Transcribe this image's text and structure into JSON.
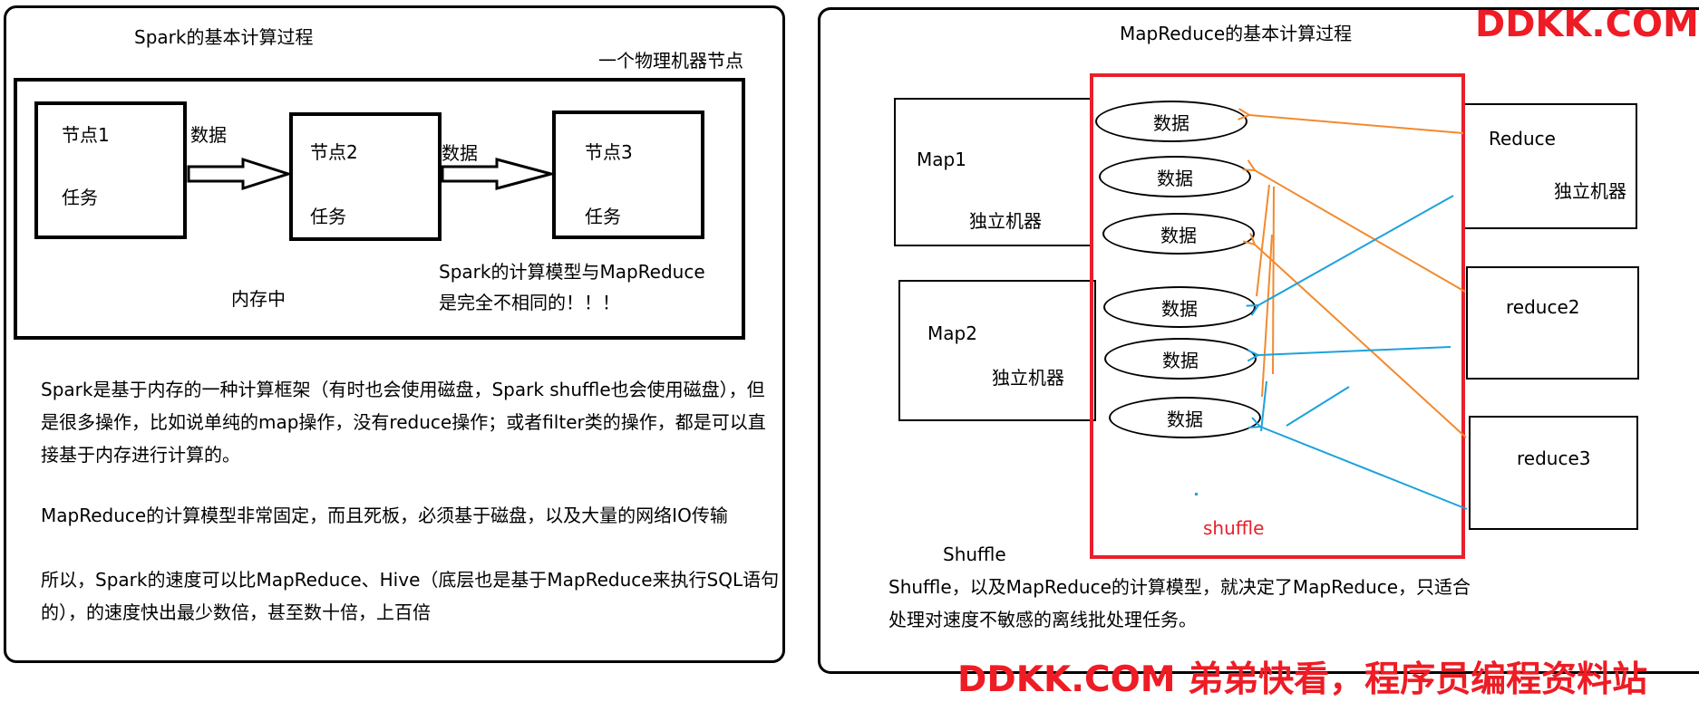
{
  "left_panel": {
    "title": "Spark的基本计算过程",
    "machine_label": "一个物理机器节点",
    "nodes": [
      {
        "name": "节点1",
        "task": "任务"
      },
      {
        "name": "节点2",
        "task": "任务"
      },
      {
        "name": "节点3",
        "task": "任务"
      }
    ],
    "arrow_labels": [
      "数据",
      "数据"
    ],
    "memory_label": "内存中",
    "note_line1": "Spark的计算模型与MapReduce",
    "note_line2": "是完全不相同的！！！",
    "paragraphs": [
      [
        "Spark是基于内存的一种计算框架（有时也会使用磁盘，Spark shuffle也会使用磁盘），但",
        "是很多操作，比如说单纯的map操作，没有reduce操作；或者filter类的操作，都是可以直",
        "接基于内存进行计算的。"
      ],
      [
        "MapReduce的计算模型非常固定，而且死板，必须基于磁盘，以及大量的网络IO传输"
      ],
      [
        "所以，Spark的速度可以比MapReduce、Hive（底层也是基于MapReduce来执行SQL语句",
        "的），的速度快出最少数倍，甚至数十倍，上百倍"
      ]
    ]
  },
  "right_panel": {
    "title": "MapReduce的基本计算过程",
    "maps": [
      {
        "name": "Map1",
        "machine": "独立机器"
      },
      {
        "name": "Map2",
        "machine": "独立机器"
      }
    ],
    "reduces": [
      {
        "name": "Reduce",
        "machine": "独立机器"
      },
      {
        "name": "reduce2"
      },
      {
        "name": "reduce3"
      }
    ],
    "data_items": [
      "数据",
      "数据",
      "数据",
      "数据",
      "数据",
      "数据"
    ],
    "shuffle_label": "shuffle",
    "shuffle_heading": "Shuffle",
    "conclusion_line1": "Shuffle，以及MapReduce的计算模型，就决定了MapReduce，只适合",
    "conclusion_line2": "处理对速度不敏感的离线批处理任务。"
  },
  "watermarks": {
    "top_right": "DDKK.COM",
    "bottom": "DDKK.COM 弟弟快看，程序员编程资料站"
  },
  "colors": {
    "shuffle_box": "#e8202a",
    "orange_arrows": "#f28a2f",
    "blue_arrows": "#1ca2dc",
    "watermark": "#ee1c25"
  }
}
